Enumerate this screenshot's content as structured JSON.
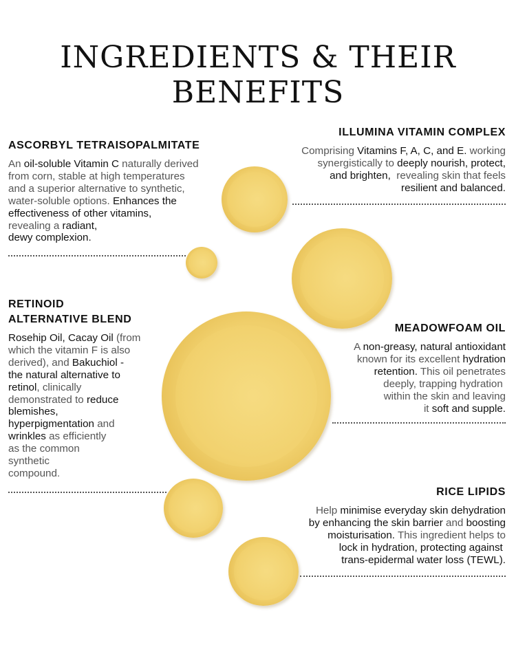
{
  "title": "INGREDIENTS & THEIR BENEFITS",
  "sections": [
    {
      "id": "ascorbyl",
      "heading": [
        "ASCORBYL TETRAISOPALMITATE"
      ],
      "lines": [
        [
          {
            "t": "An ",
            "b": false
          },
          {
            "t": "oil-soluble Vitamin C",
            "b": true
          },
          {
            "t": " naturally derived",
            "b": false
          }
        ],
        [
          {
            "t": "from corn, stable at high temperatures",
            "b": false
          }
        ],
        [
          {
            "t": "and a superior alternative to synthetic,",
            "b": false
          }
        ],
        [
          {
            "t": "water-soluble options. ",
            "b": false
          },
          {
            "t": "Enhances the",
            "b": true
          }
        ],
        [
          {
            "t": "effectiveness of other vitamins,",
            "b": true
          }
        ],
        [
          {
            "t": "revealing a ",
            "b": false
          },
          {
            "t": "radiant,",
            "b": true
          }
        ],
        [
          {
            "t": "dewy complexion.",
            "b": true
          }
        ]
      ]
    },
    {
      "id": "illumina",
      "heading": [
        "ILLUMINA VITAMIN COMPLEX"
      ],
      "lines": [
        [
          {
            "t": "Comprising ",
            "b": false
          },
          {
            "t": "Vitamins F, A, C, and E.",
            "b": true
          },
          {
            "t": " working",
            "b": false
          }
        ],
        [
          {
            "t": "synergistically to ",
            "b": false
          },
          {
            "t": "deeply nourish, protect,",
            "b": true
          }
        ],
        [
          {
            "t": "and brighten,",
            "b": true
          },
          {
            "t": "  revealing skin that feels",
            "b": false
          }
        ],
        [
          {
            "t": "resilient and balanced.",
            "b": true
          }
        ]
      ]
    },
    {
      "id": "retinoid",
      "heading": [
        "RETINOID",
        "ALTERNATIVE BLEND"
      ],
      "lines": [
        [
          {
            "t": "Rosehip Oil, Cacay Oil",
            "b": true
          },
          {
            "t": " (from",
            "b": false
          }
        ],
        [
          {
            "t": "which the vitamin F is also",
            "b": false
          }
        ],
        [
          {
            "t": "derived), and ",
            "b": false
          },
          {
            "t": "Bakuchiol -",
            "b": true
          }
        ],
        [
          {
            "t": "the natural alternative to",
            "b": true
          }
        ],
        [
          {
            "t": "retinol",
            "b": true
          },
          {
            "t": ", clinically",
            "b": false
          }
        ],
        [
          {
            "t": "demonstrated to ",
            "b": false
          },
          {
            "t": "reduce",
            "b": true
          }
        ],
        [
          {
            "t": "blemishes,",
            "b": true
          }
        ],
        [
          {
            "t": "hyperpigmentation",
            "b": true
          },
          {
            "t": " and",
            "b": false
          }
        ],
        [
          {
            "t": "wrinkles",
            "b": true
          },
          {
            "t": " as efficiently",
            "b": false
          }
        ],
        [
          {
            "t": "as the common",
            "b": false
          }
        ],
        [
          {
            "t": "synthetic",
            "b": false
          }
        ],
        [
          {
            "t": "compound.",
            "b": false
          }
        ]
      ]
    },
    {
      "id": "meadowfoam",
      "heading": [
        "MEADOWFOAM OIL"
      ],
      "lines": [
        [
          {
            "t": "A ",
            "b": false
          },
          {
            "t": "non-greasy, natural antioxidant",
            "b": true
          }
        ],
        [
          {
            "t": "known for its excellent ",
            "b": false
          },
          {
            "t": "hydration",
            "b": true
          }
        ],
        [
          {
            "t": "retention.",
            "b": true
          },
          {
            "t": " This oil penetrates",
            "b": false
          }
        ],
        [
          {
            "t": "deeply, trapping hydration ",
            "b": false
          }
        ],
        [
          {
            "t": "within the skin and leaving",
            "b": false
          }
        ],
        [
          {
            "t": "it ",
            "b": false
          },
          {
            "t": "soft and supple.",
            "b": true
          }
        ]
      ]
    },
    {
      "id": "rice",
      "heading": [
        "RICE LIPIDS"
      ],
      "lines": [
        [
          {
            "t": "Help ",
            "b": false
          },
          {
            "t": "minimise everyday skin dehydration",
            "b": true
          }
        ],
        [
          {
            "t": "by enhancing the skin barrier",
            "b": true
          },
          {
            "t": " and ",
            "b": false
          },
          {
            "t": "boosting",
            "b": true
          }
        ],
        [
          {
            "t": "moisturisation.",
            "b": true
          },
          {
            "t": " This ingredient helps to",
            "b": false
          }
        ],
        [
          {
            "t": "lock in hydration, protecting against ",
            "b": true
          }
        ],
        [
          {
            "t": "trans-epidermal water loss (TEWL).",
            "b": true
          }
        ]
      ]
    }
  ],
  "colors": {
    "oil": "#f0cf6b",
    "oil_rim": "#b8872a",
    "text_dark": "#111111",
    "text_light": "#555555"
  }
}
